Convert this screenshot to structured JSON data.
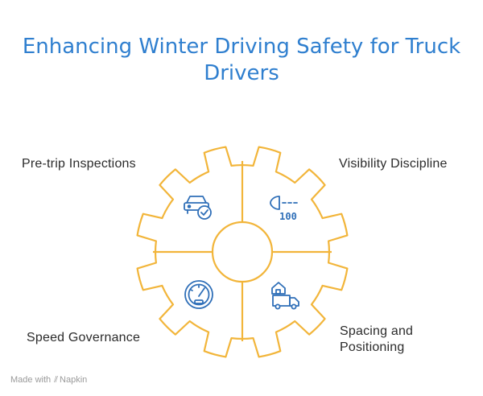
{
  "title": "Enhancing Winter Driving Safety for Truck Drivers",
  "sections": {
    "top_left": {
      "label": "Pre-trip Inspections",
      "icon": "car-check-icon"
    },
    "top_right": {
      "label": "Visibility Discipline",
      "icon": "headlight-100-icon",
      "icon_text": "100"
    },
    "bottom_left": {
      "label": "Speed Governance",
      "icon": "speedometer-icon"
    },
    "bottom_right": {
      "label": "Spacing and Positioning",
      "icon": "truck-house-icon"
    }
  },
  "footer": {
    "made_with": "Made with",
    "brand": "Napkin"
  },
  "colors": {
    "title": "#2f7fcf",
    "gear_stroke": "#f2b53a",
    "icon": "#2f6fb8",
    "text": "#2b2b2b"
  }
}
